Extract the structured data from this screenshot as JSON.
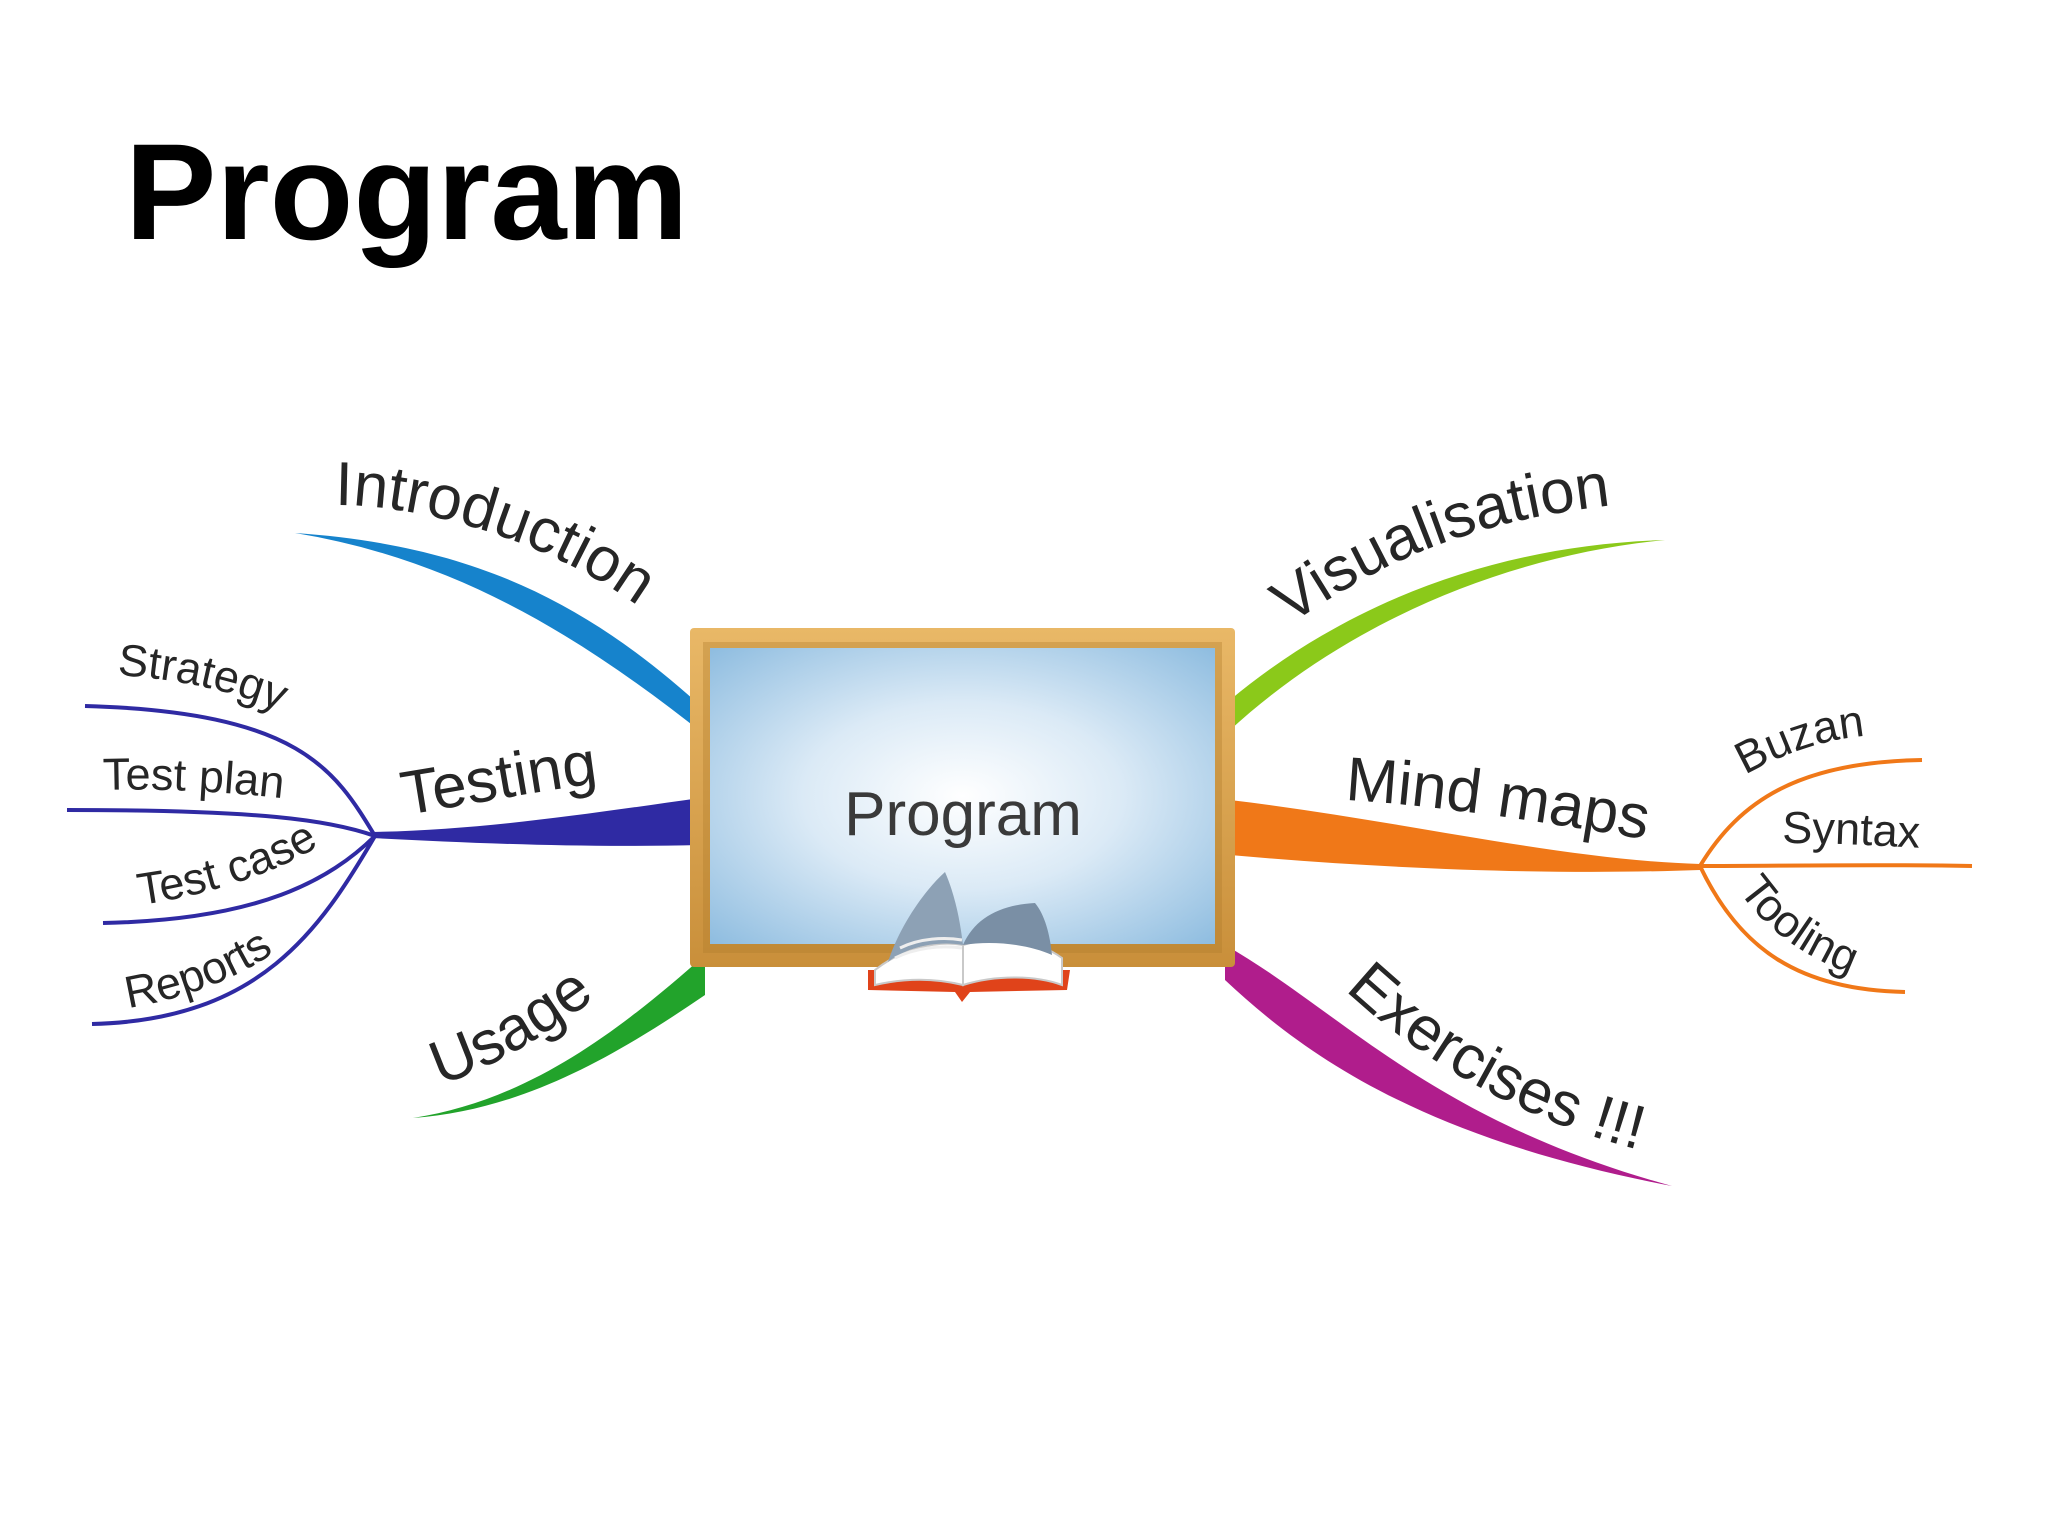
{
  "slide": {
    "title": "Program"
  },
  "mindmap": {
    "center": {
      "label": "Program",
      "icon": "open-book-icon"
    },
    "branches": [
      {
        "id": "introduction",
        "label": "Introduction",
        "color": "#1683cc",
        "children": []
      },
      {
        "id": "testing",
        "label": "Testing",
        "color": "#2f2aa3",
        "children": [
          "Strategy",
          "Test plan",
          "Test case",
          "Reports"
        ]
      },
      {
        "id": "usage",
        "label": "Usage",
        "color": "#22a32b",
        "children": []
      },
      {
        "id": "visualisation",
        "label": "Visualisation",
        "color": "#8bc91a",
        "children": []
      },
      {
        "id": "mind-maps",
        "label": "Mind maps",
        "color": "#f07818",
        "children": [
          "Buzan",
          "Syntax",
          "Tooling"
        ]
      },
      {
        "id": "exercises",
        "label": "Exercises !!!",
        "color": "#b01d8c",
        "children": []
      }
    ]
  }
}
